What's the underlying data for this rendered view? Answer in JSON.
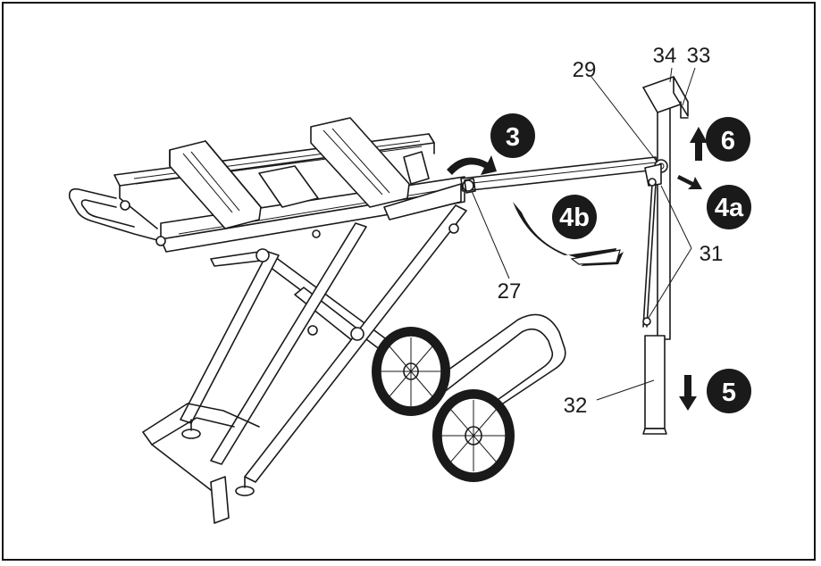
{
  "part_labels": {
    "p27": "27",
    "p29": "29",
    "p31": "31",
    "p32": "32",
    "p33": "33",
    "p34": "34"
  },
  "steps": {
    "s3": "3",
    "s4a": "4a",
    "s4b": "4b",
    "s5": "5",
    "s6": "6"
  },
  "colors": {
    "ink": "#1a1a1a",
    "badge": "#1a1a1a",
    "badge_text": "#ffffff"
  }
}
